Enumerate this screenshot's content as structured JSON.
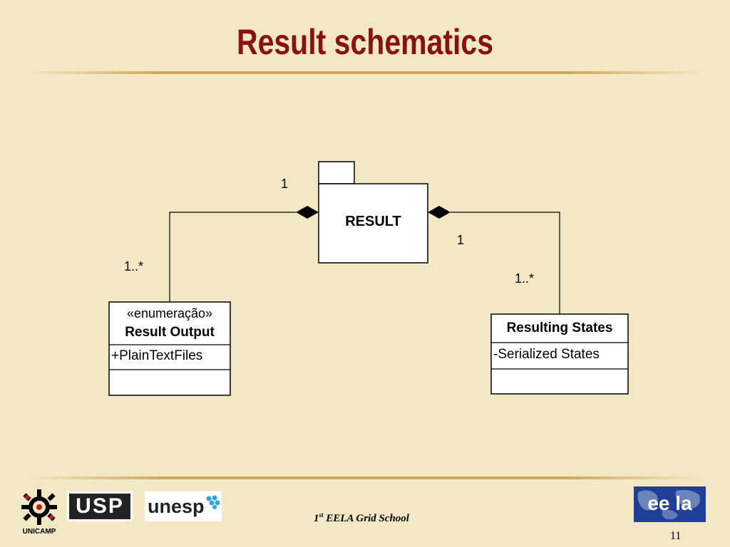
{
  "slide": {
    "title": "Result schematics",
    "footer_sup": "st",
    "footer_number": "1",
    "footer_text": " EELA Grid School",
    "page_number": "11"
  },
  "diagram": {
    "result_package": {
      "label": "RESULT"
    },
    "left_class": {
      "stereotype": "«enumeração»",
      "name": "Result Output",
      "attribute": "+PlainTextFiles"
    },
    "right_class": {
      "name": "Resulting States",
      "attribute": "-Serialized States"
    },
    "multiplicities": {
      "left_top": "1",
      "left_bottom": "1..*",
      "right_top": "1",
      "right_bottom": "1..*"
    }
  },
  "logos": {
    "unicamp": "UNICAMP",
    "usp": "USP",
    "unesp": "unesp",
    "eela": "ee la"
  },
  "colors": {
    "background": "#f2e8c4",
    "title": "#8b1010",
    "rule": "#cda85a",
    "eela_blue": "#1f3f9a"
  }
}
